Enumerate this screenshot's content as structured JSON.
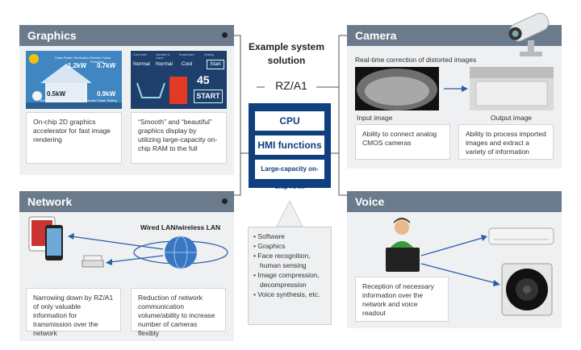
{
  "center": {
    "title": "Example system solution",
    "chip_name": "RZ/A1",
    "chip_blocks": [
      "CPU",
      "HMI functions",
      "Large-capacity on-chip RAM"
    ],
    "features": [
      "Software",
      "Graphics",
      "Face recognition, human sensing",
      "Image compression, decompression",
      "Voice synthesis, etc."
    ]
  },
  "graphics": {
    "title": "Graphics",
    "screen1": {
      "labels": [
        "Solar Power Generation",
        "Electric Power Purchase",
        "Electric Power Consumption",
        "Electric Power Selling"
      ],
      "values": [
        "1.2kW",
        "0.7kW",
        "0.5kW",
        "0.9kW"
      ]
    },
    "screen2": {
      "labels": [
        "Cold mode",
        "Humidity of indoor",
        "Temperature",
        "Heating"
      ],
      "values": [
        "Normal",
        "Normal",
        "Cool",
        "Start"
      ],
      "temp": "45",
      "start": "START"
    },
    "desc1": "On-chip 2D graphics accelerator for fast image rendering",
    "desc2": "“Smooth” and “beautiful” graphics display by utilizing large-capacity on-chip RAM to the full"
  },
  "camera": {
    "title": "Camera",
    "subtitle": "Real-time correction of distorted images",
    "input_label": "Input image",
    "output_label": "Output image",
    "desc1": "Ability to connect analog CMOS cameras",
    "desc2": "Ability to process imported images and extract a variety of information"
  },
  "network": {
    "title": "Network",
    "wired_label": "Wired LAN/wireless LAN",
    "desc1": "Narrowing down by RZ/A1 of only valuable information for transmission over the network",
    "desc2": "Reduction of network communication volume/ability to increase number of cameras flexibly"
  },
  "voice": {
    "title": "Voice",
    "desc1": "Reception of necessary information over the network and voice readout"
  },
  "colors": {
    "panel_header": "#6b7b8c",
    "panel_bg": "#eef0f2",
    "chip_blue": "#0e3f7e",
    "arrow_blue": "#2a5ca8"
  }
}
